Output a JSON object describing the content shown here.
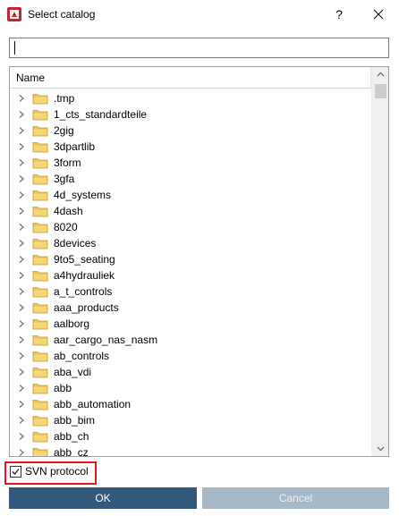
{
  "window": {
    "title": "Select catalog",
    "help_glyph": "?",
    "icon": "app-logo-icon"
  },
  "search": {
    "value": "",
    "placeholder": ""
  },
  "tree": {
    "column_header": "Name",
    "items": [
      {
        "label": ".tmp"
      },
      {
        "label": "1_cts_standardteile"
      },
      {
        "label": "2gig"
      },
      {
        "label": "3dpartlib"
      },
      {
        "label": "3form"
      },
      {
        "label": "3gfa"
      },
      {
        "label": "4d_systems"
      },
      {
        "label": "4dash"
      },
      {
        "label": "8020"
      },
      {
        "label": "8devices"
      },
      {
        "label": "9to5_seating"
      },
      {
        "label": "a4hydrauliek"
      },
      {
        "label": "a_t_controls"
      },
      {
        "label": "aaa_products"
      },
      {
        "label": "aalborg"
      },
      {
        "label": "aar_cargo_nas_nasm"
      },
      {
        "label": "ab_controls"
      },
      {
        "label": "aba_vdi"
      },
      {
        "label": "abb"
      },
      {
        "label": "abb_automation"
      },
      {
        "label": "abb_bim"
      },
      {
        "label": "abb_ch"
      },
      {
        "label": "abb_cz"
      }
    ]
  },
  "svn": {
    "label": "SVN protocol",
    "checked": true
  },
  "buttons": {
    "ok": "OK",
    "cancel": "Cancel"
  },
  "colors": {
    "ok_button": "#32597c",
    "cancel_button_disabled": "#a7b8c7",
    "highlight_frame": "#e0191e",
    "folder": "#f2c44d"
  }
}
